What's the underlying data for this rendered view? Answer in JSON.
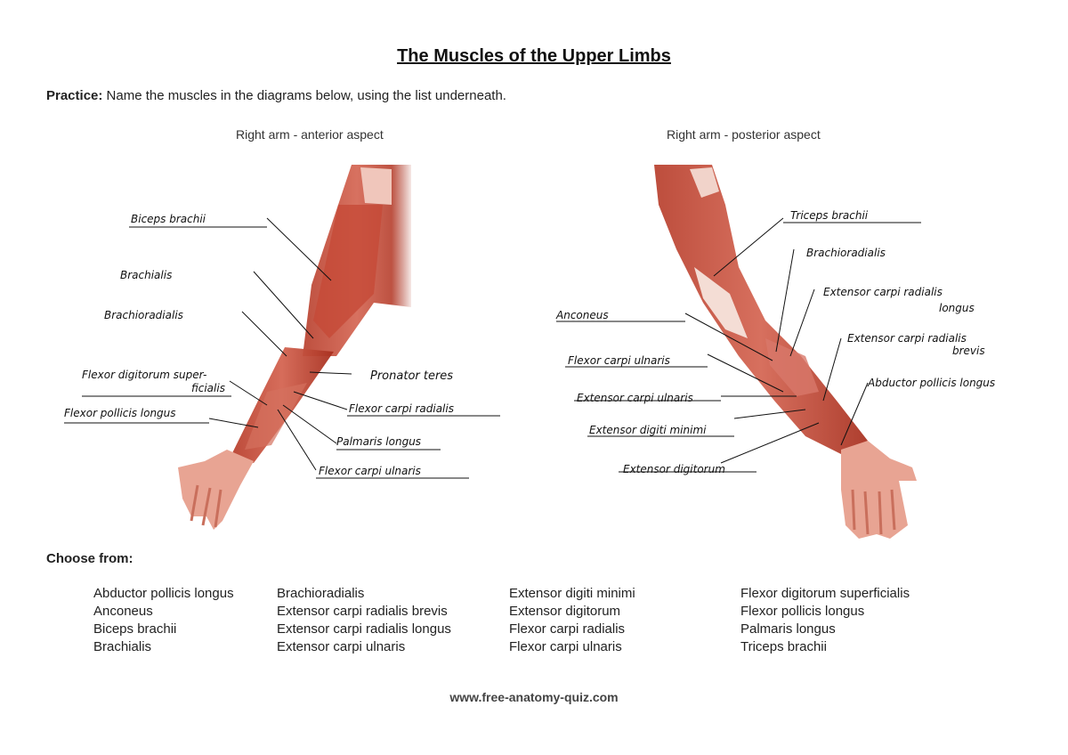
{
  "title": "The Muscles of the Upper Limbs",
  "practice": {
    "label": "Practice:",
    "text": "Name the muscles in the diagrams below, using the list underneath."
  },
  "anterior": {
    "caption": "Right arm - anterior aspect",
    "labels": [
      "Biceps brachii",
      "Brachialis",
      "Brachioradialis",
      "Flexor digitorum super-",
      "ficialis",
      "Flexor pollicis longus",
      "Pronator teres",
      "Flexor carpi radialis",
      "Palmaris longus",
      "Flexor carpi ulnaris"
    ]
  },
  "posterior": {
    "caption": "Right arm - posterior aspect",
    "labels": [
      "Triceps brachii",
      "Brachioradialis",
      "Extensor carpi radialis",
      "longus",
      "Anconeus",
      "Extensor carpi radialis",
      "brevis",
      "Flexor carpi ulnaris",
      "Abductor pollicis longus",
      "Extensor carpi ulnaris",
      "Extensor digiti minimi",
      "Extensor digitorum"
    ]
  },
  "choose_from": {
    "heading": "Choose from:",
    "columns": [
      [
        "Abductor pollicis longus",
        "Anconeus",
        "Biceps brachii",
        "Brachialis"
      ],
      [
        "Brachioradialis",
        "Extensor carpi radialis brevis",
        "Extensor carpi radialis longus",
        "Extensor carpi ulnaris"
      ],
      [
        "Extensor digiti minimi",
        "Extensor digitorum",
        "Flexor carpi radialis",
        "Flexor carpi ulnaris"
      ],
      [
        "Flexor digitorum superficialis",
        "Flexor pollicis longus",
        "Palmaris longus",
        "Triceps brachii"
      ]
    ]
  },
  "footer": "www.free-anatomy-quiz.com",
  "colors": {
    "muscle": "#c0392b",
    "muscle_light": "#e07a6a",
    "tendon": "#f2d9d0"
  }
}
